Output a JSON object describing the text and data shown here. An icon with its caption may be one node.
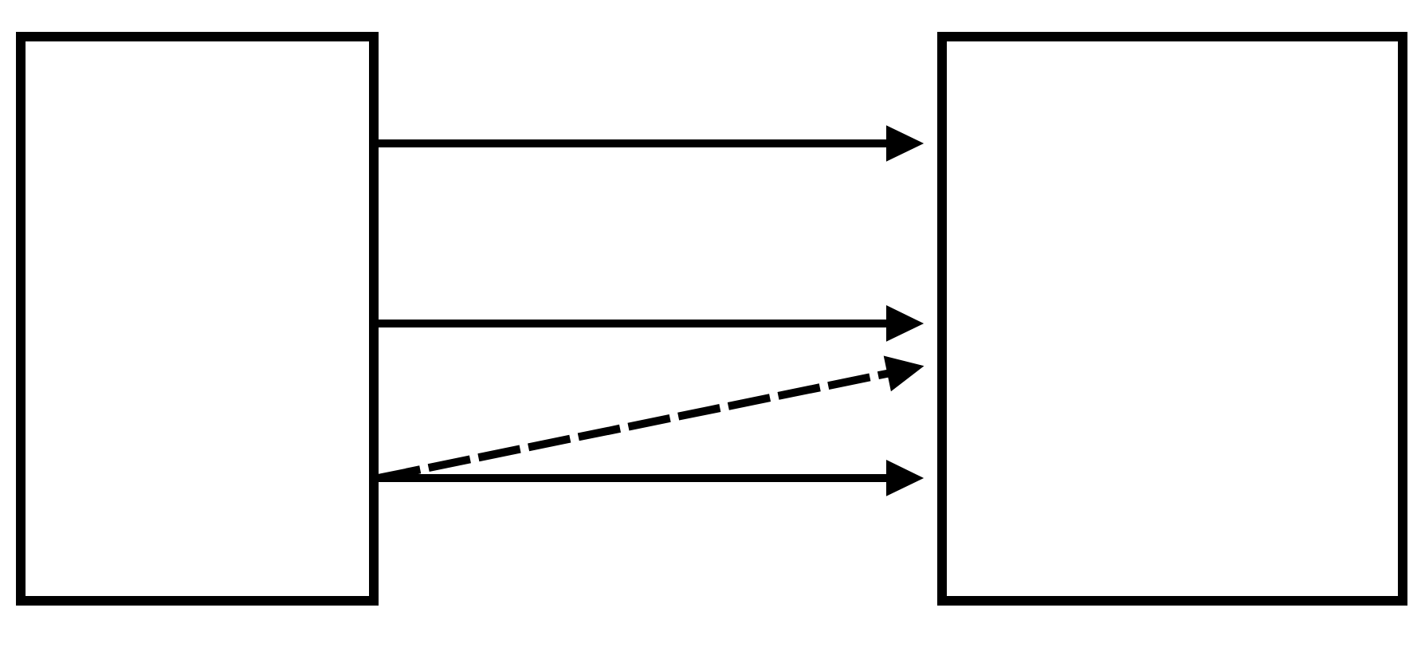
{
  "diagram": {
    "nodes": [
      {
        "text": [],
        "shape": "box"
      },
      {
        "text": [],
        "shape": "box"
      }
    ],
    "edges": [
      {
        "from": 0,
        "to": 1,
        "arrow": "to"
      },
      {
        "from": 0,
        "to": 1,
        "arrow": "to"
      },
      {
        "from": 0,
        "to": 1,
        "arrow": "to",
        "style": "dashed"
      },
      {
        "from": 0,
        "to": 1,
        "arrow": "to"
      }
    ]
  }
}
